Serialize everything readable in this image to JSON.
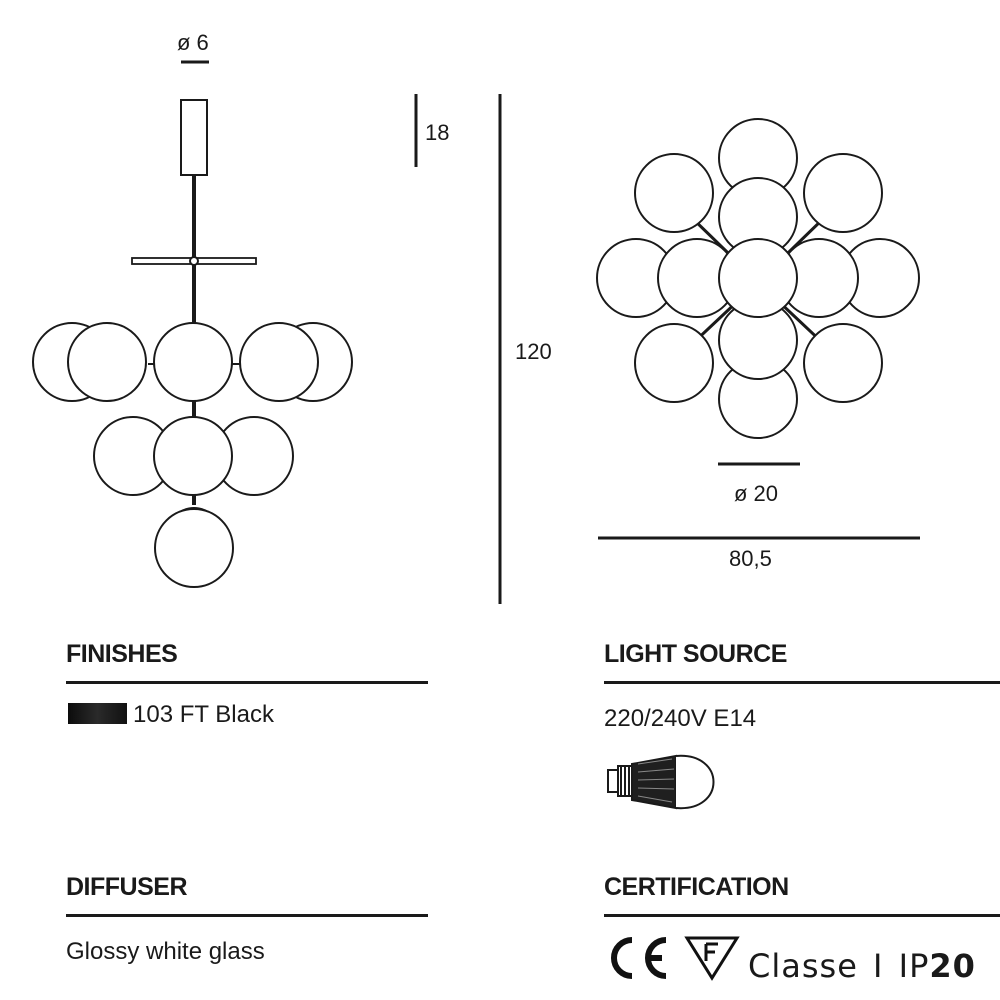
{
  "dimensions": {
    "canopy_diameter": "ø 6",
    "canopy_height": "18",
    "total_height": "120",
    "globe_diameter": "ø 20",
    "total_width": "80,5"
  },
  "finishes": {
    "title": "FINISHES",
    "items": [
      {
        "code_label": "103 FT Black",
        "swatch_color": "#111111"
      }
    ]
  },
  "light_source": {
    "title": "LIGHT SOURCE",
    "spec": "220/240V E14",
    "icon": "led-bulb-icon"
  },
  "diffuser": {
    "title": "DIFFUSER",
    "material": "Glossy white glass"
  },
  "certification": {
    "title": "CERTIFICATION",
    "icons": [
      "ce-mark-icon",
      "f-triangle-icon"
    ],
    "class_label": "Classe",
    "separator": "I",
    "ip_prefix": "IP",
    "ip_rating": "20"
  }
}
